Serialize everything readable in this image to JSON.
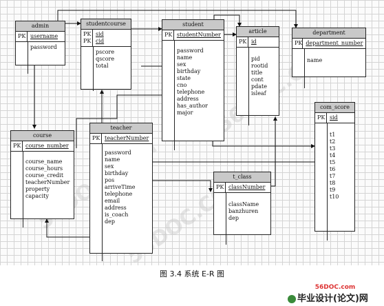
{
  "watermark": "56DOC.COM",
  "caption": "图 3.4 系统 E-R 图",
  "logo": {
    "site": "56DOC.com",
    "name": "毕业设计(论文)网"
  },
  "entities": {
    "admin": {
      "name": "admin",
      "pk_label": "PK",
      "keys": [
        "username"
      ],
      "attrs": [
        "password"
      ]
    },
    "studentcourse": {
      "name": "studentcourse",
      "pk_labels": [
        "PK",
        "PK"
      ],
      "keys": [
        "sid",
        "cid"
      ],
      "attrs": [
        "pscore",
        "qscore",
        "total"
      ]
    },
    "student": {
      "name": "student",
      "pk_label": "PK",
      "keys": [
        "studentNumber"
      ],
      "attrs": [
        "password",
        "name",
        "sex",
        "birthday",
        "state",
        "cno",
        "telephone",
        "address",
        "has_author",
        "major"
      ]
    },
    "article": {
      "name": "article",
      "pk_label": "PK",
      "keys": [
        "id"
      ],
      "attrs": [
        "pid",
        "rootid",
        "title",
        "cont",
        "pdate",
        "isleaf"
      ]
    },
    "department": {
      "name": "department",
      "pk_label": "PK",
      "keys": [
        "department_number"
      ],
      "attrs": [
        "name"
      ]
    },
    "com_score": {
      "name": "com_score",
      "pk_label": "PK",
      "keys": [
        "sid"
      ],
      "attrs": [
        "t1",
        "t2",
        "t3",
        "t4",
        "t5",
        "t6",
        "t7",
        "t8",
        "t9",
        "t10"
      ]
    },
    "course": {
      "name": "course",
      "pk_label": "PK",
      "keys": [
        "course_number"
      ],
      "attrs": [
        "course_name",
        "course_hours",
        "course_credit",
        "teacherNumber",
        "property",
        "capacity"
      ]
    },
    "teacher": {
      "name": "teacher",
      "pk_label": "PK",
      "keys": [
        "teacherNumber"
      ],
      "attrs": [
        "password",
        "name",
        "sex",
        "birthday",
        "pos",
        "arriveTime",
        "telephone",
        "email",
        "address",
        "is_coach",
        "dep"
      ]
    },
    "t_class": {
      "name": "t_class",
      "pk_label": "PK",
      "keys": [
        "classNumber"
      ],
      "attrs": [
        "className",
        "banzhuren",
        "dep"
      ]
    }
  }
}
